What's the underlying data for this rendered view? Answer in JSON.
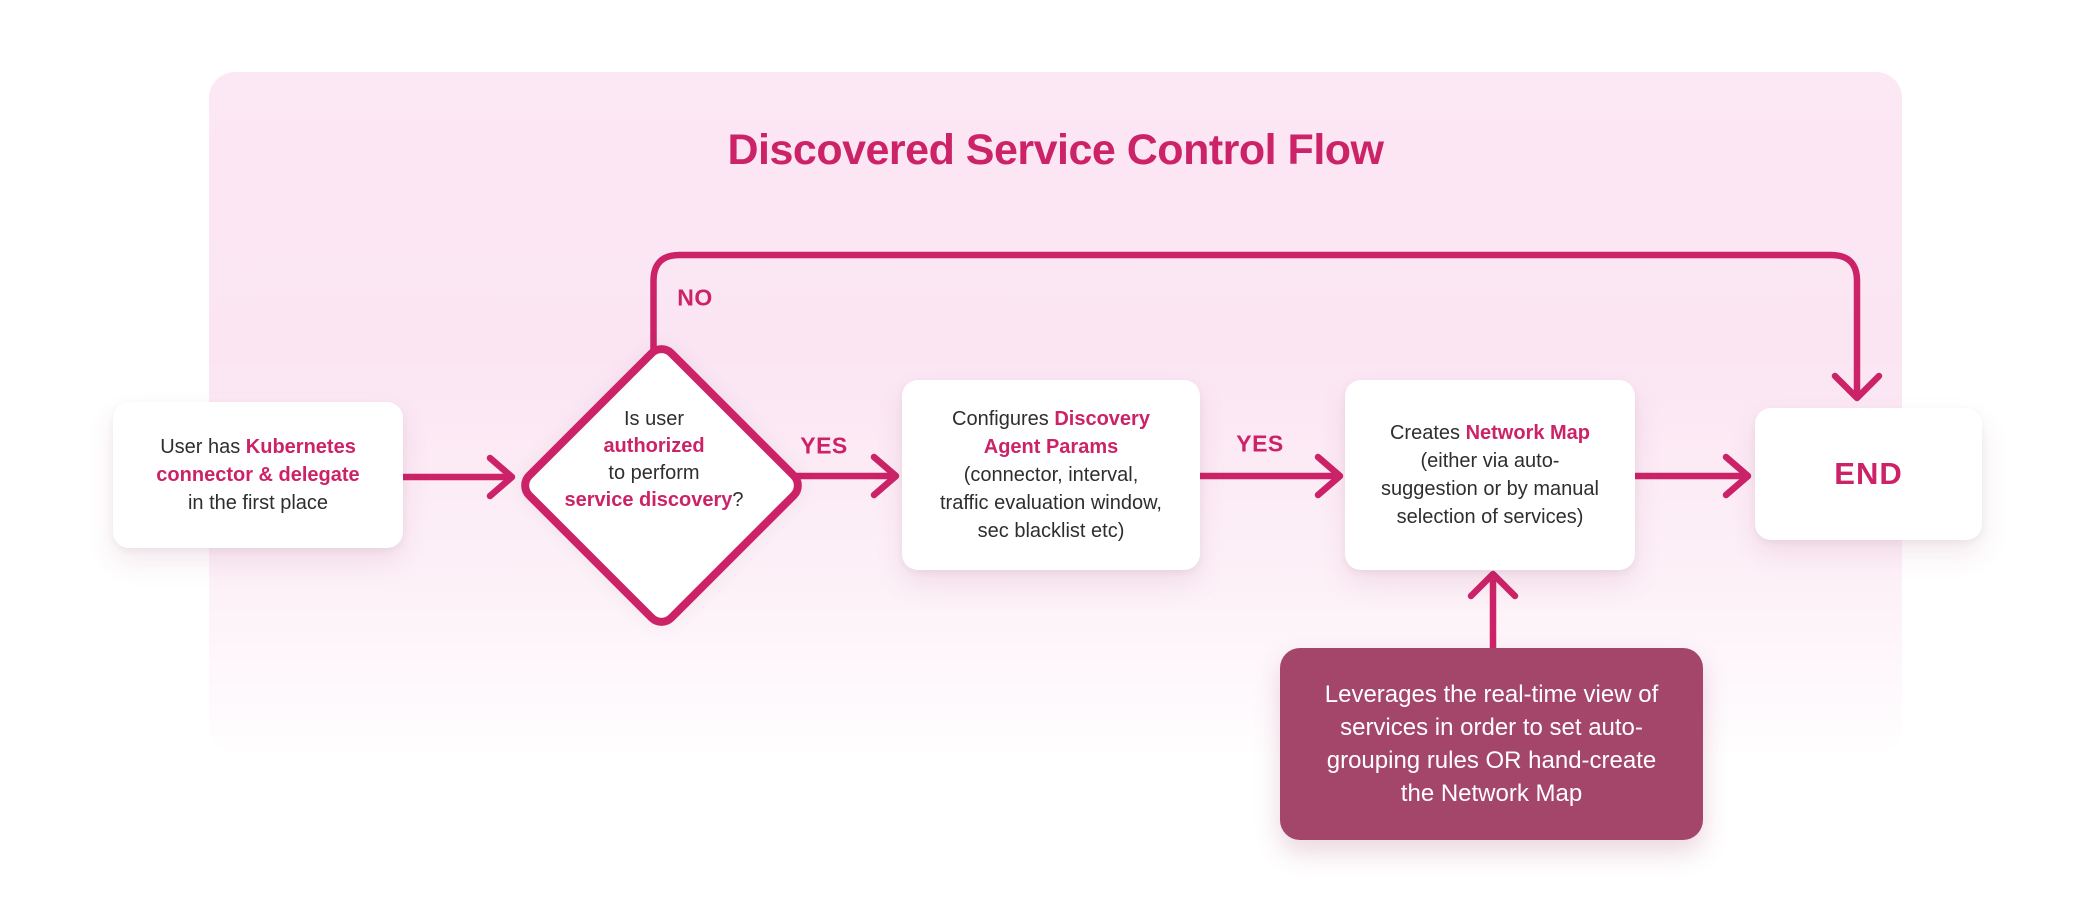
{
  "title": "Discovered Service Control Flow",
  "labels": {
    "no": "NO",
    "yes1": "YES",
    "yes2": "YES"
  },
  "nodes": {
    "start": {
      "lines": [
        {
          "segs": [
            {
              "t": "User has "
            },
            {
              "t": "Kubernetes"
            }
          ]
        },
        {
          "segs": [
            {
              "t": "connector & delegate"
            }
          ]
        },
        {
          "segs": [
            {
              "t": "in the first place"
            }
          ]
        }
      ]
    },
    "decision": {
      "lines": [
        {
          "segs": [
            {
              "t": "Is user"
            }
          ]
        },
        {
          "segs": [
            {
              "t": "authorized"
            }
          ]
        },
        {
          "segs": [
            {
              "t": "to perform"
            }
          ]
        },
        {
          "segs": [
            {
              "t": "service discovery"
            },
            {
              "t": "?"
            }
          ]
        }
      ]
    },
    "configure": {
      "lines": [
        {
          "segs": [
            {
              "t": "Configures "
            },
            {
              "t": "Discovery"
            }
          ]
        },
        {
          "segs": [
            {
              "t": "Agent Params"
            }
          ]
        },
        {
          "segs": [
            {
              "t": "(connector, interval,"
            }
          ]
        },
        {
          "segs": [
            {
              "t": "traffic evaluation window,"
            }
          ]
        },
        {
          "segs": [
            {
              "t": "sec blacklist etc)"
            }
          ]
        }
      ]
    },
    "create_map": {
      "lines": [
        {
          "segs": [
            {
              "t": "Creates "
            },
            {
              "t": "Network Map"
            }
          ]
        },
        {
          "segs": [
            {
              "t": "(either via auto-"
            }
          ]
        },
        {
          "segs": [
            {
              "t": "suggestion or by manual"
            }
          ]
        },
        {
          "segs": [
            {
              "t": "selection of services)"
            }
          ]
        }
      ]
    },
    "end": {
      "label": "END"
    },
    "note": {
      "lines": [
        "Leverages the real-time view of",
        "services in order to set auto-",
        "grouping rules OR hand-create",
        "the Network Map"
      ]
    }
  },
  "colors": {
    "accent": "#CC2368",
    "note_background": "#A4456A",
    "panel_background_top": "#FCE7F4",
    "panel_background_bottom": "#FFFFFF",
    "node_background": "#FFFFFF",
    "body_text": "#2E2E2E",
    "note_text": "#FFFFFF"
  }
}
